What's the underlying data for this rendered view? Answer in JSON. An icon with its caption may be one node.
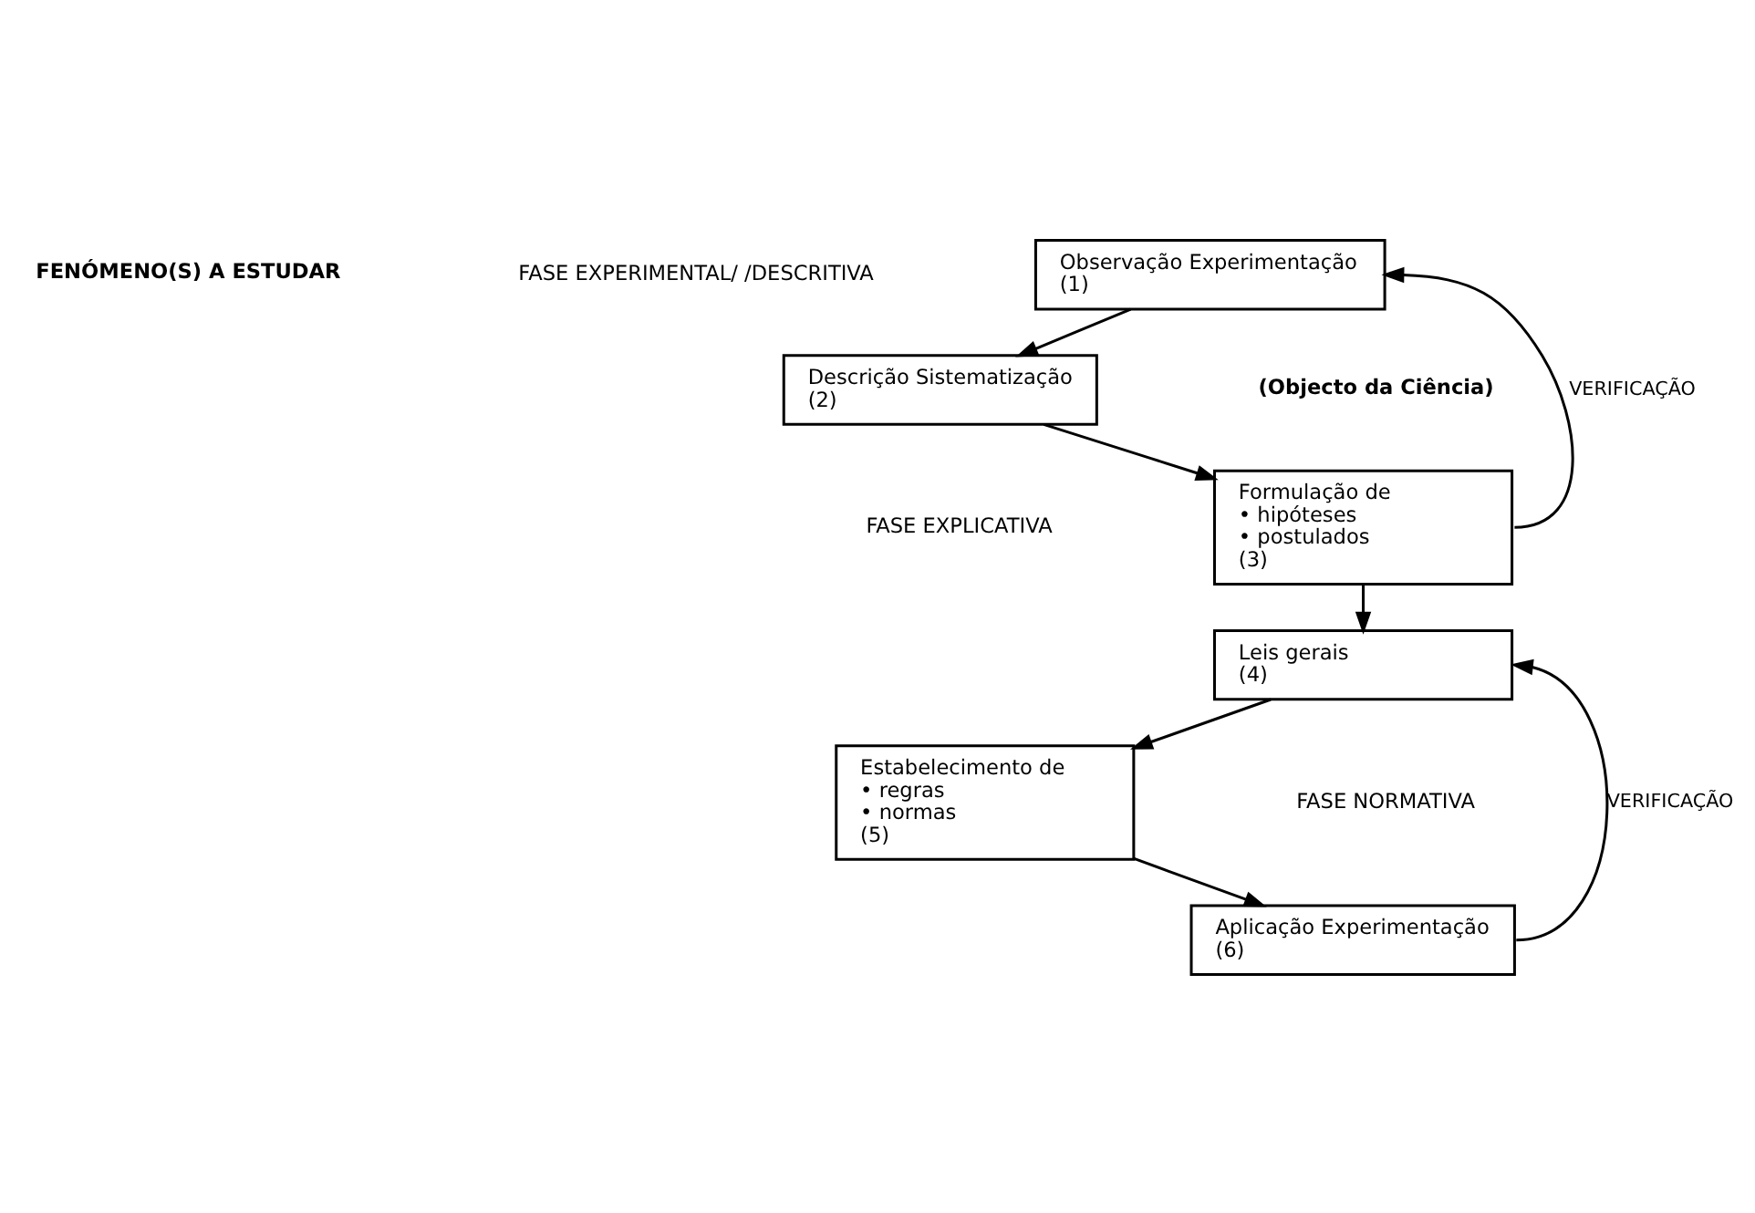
{
  "diagram": {
    "nodes": [
      {
        "text": [
          "Observação Experimentação",
          "(1)"
        ]
      },
      {
        "text": [
          "Descrição Sistematização",
          "(2)"
        ]
      },
      {
        "text": [
          "Formulação de",
          "• hipóteses",
          "• postulados",
          "(3)"
        ]
      },
      {
        "text": [
          "Leis gerais",
          "(4)"
        ]
      },
      {
        "text": [
          "Estabelecimento de",
          "• regras",
          "• normas",
          "(5)"
        ]
      },
      {
        "text": [
          "Aplicação Experimentação",
          "(6)"
        ]
      }
    ],
    "edges": [
      {
        "from": 0,
        "to": 1,
        "arrow": "to"
      },
      {
        "from": 1,
        "to": 2,
        "arrow": "to"
      },
      {
        "from": 2,
        "to": 3,
        "arrow": "to"
      },
      {
        "from": 3,
        "to": 4,
        "arrow": "to"
      },
      {
        "from": 4,
        "to": 5,
        "arrow": "to"
      },
      {
        "from": 2,
        "to": 0,
        "arrow": "to",
        "label": "VERIFICAÇÃO"
      },
      {
        "from": 5,
        "to": 3,
        "arrow": "to",
        "label": "VERIFICAÇÃO"
      }
    ],
    "labels": [
      "FENÓMENO(S) A ESTUDAR",
      "(Objecto da Ciência)",
      "FASE EXPERIMENTAL/ /DESCRITIVA",
      "FASE EXPLICATIVA",
      "FASE NORMATIVA"
    ]
  }
}
